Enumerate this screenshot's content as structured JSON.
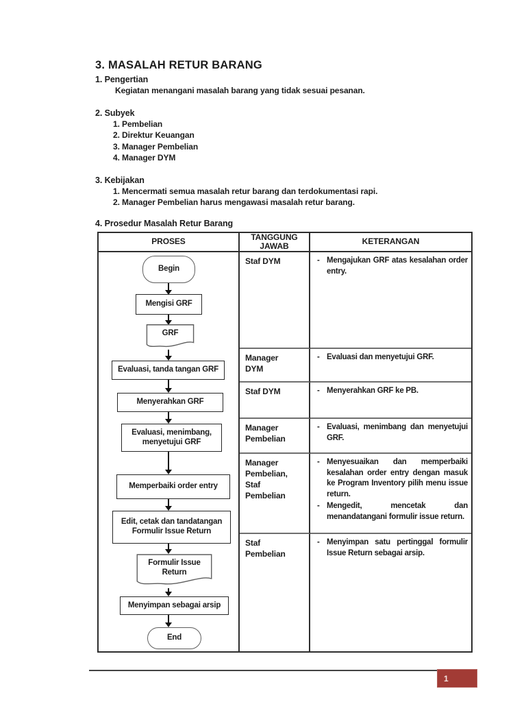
{
  "page": {
    "title": "3. MASALAH RETUR BARANG",
    "sections": {
      "pengertian": {
        "heading": "1. Pengertian",
        "body": "Kegiatan menangani masalah barang yang tidak sesuai pesanan."
      },
      "subyek": {
        "heading": "2. Subyek",
        "items": [
          "1. Pembelian",
          "2. Direktur Keuangan",
          "3. Manager Pembelian",
          "4. Manager DYM"
        ]
      },
      "kebijakan": {
        "heading": "3. Kebijakan",
        "items": [
          "1. Mencermati semua masalah retur barang dan terdokumentasi rapi.",
          "2. Manager Pembelian harus mengawasi masalah retur barang."
        ]
      },
      "prosedur": {
        "heading": "4. Prosedur Masalah Retur Barang"
      }
    }
  },
  "table": {
    "headers": {
      "proses": "PROSES",
      "tanggung_jawab": "TANGGUNG JAWAB",
      "keterangan": "KETERANGAN"
    },
    "rows": [
      {
        "responsible": "Staf DYM",
        "notes": [
          "Mengajukan GRF atas kesalahan order entry."
        ]
      },
      {
        "responsible": "Manager DYM",
        "notes": [
          "Evaluasi dan menyetujui GRF."
        ]
      },
      {
        "responsible": "Staf DYM",
        "notes": [
          "Menyerahkan GRF ke PB."
        ]
      },
      {
        "responsible": "Manager Pembelian",
        "notes": [
          "Evaluasi, menimbang dan menyetujui GRF."
        ]
      },
      {
        "responsible": "Manager Pembelian, Staf Pembelian",
        "notes": [
          "Menyesuaikan dan memperbaiki kesalahan order entry dengan masuk ke Program Inventory pilih menu issue return.",
          "Mengedit, mencetak dan menandatangani formulir issue return."
        ]
      },
      {
        "responsible": "Staf Pembelian",
        "notes": [
          "Menyimpan satu pertinggal formulir Issue Return sebagai arsip."
        ]
      }
    ]
  },
  "flowchart": {
    "nodes": [
      {
        "type": "terminator",
        "label": "Begin"
      },
      {
        "type": "process",
        "label": "Mengisi GRF"
      },
      {
        "type": "document",
        "label": "GRF"
      },
      {
        "type": "process",
        "label": "Evaluasi, tanda tangan GRF"
      },
      {
        "type": "process",
        "label": "Menyerahkan GRF"
      },
      {
        "type": "process",
        "label": "Evaluasi, menimbang, menyetujui GRF"
      },
      {
        "type": "process",
        "label": "Memperbaiki order entry"
      },
      {
        "type": "process",
        "label": "Edit, cetak dan tandatangan Formulir Issue Return"
      },
      {
        "type": "document",
        "label": "Formulir Issue Return"
      },
      {
        "type": "process",
        "label": "Menyimpan sebagai arsip"
      },
      {
        "type": "terminator",
        "label": "End"
      }
    ]
  },
  "footer": {
    "page_number": "1",
    "accent_color": "#A23B35",
    "rule_color": "#424242"
  }
}
